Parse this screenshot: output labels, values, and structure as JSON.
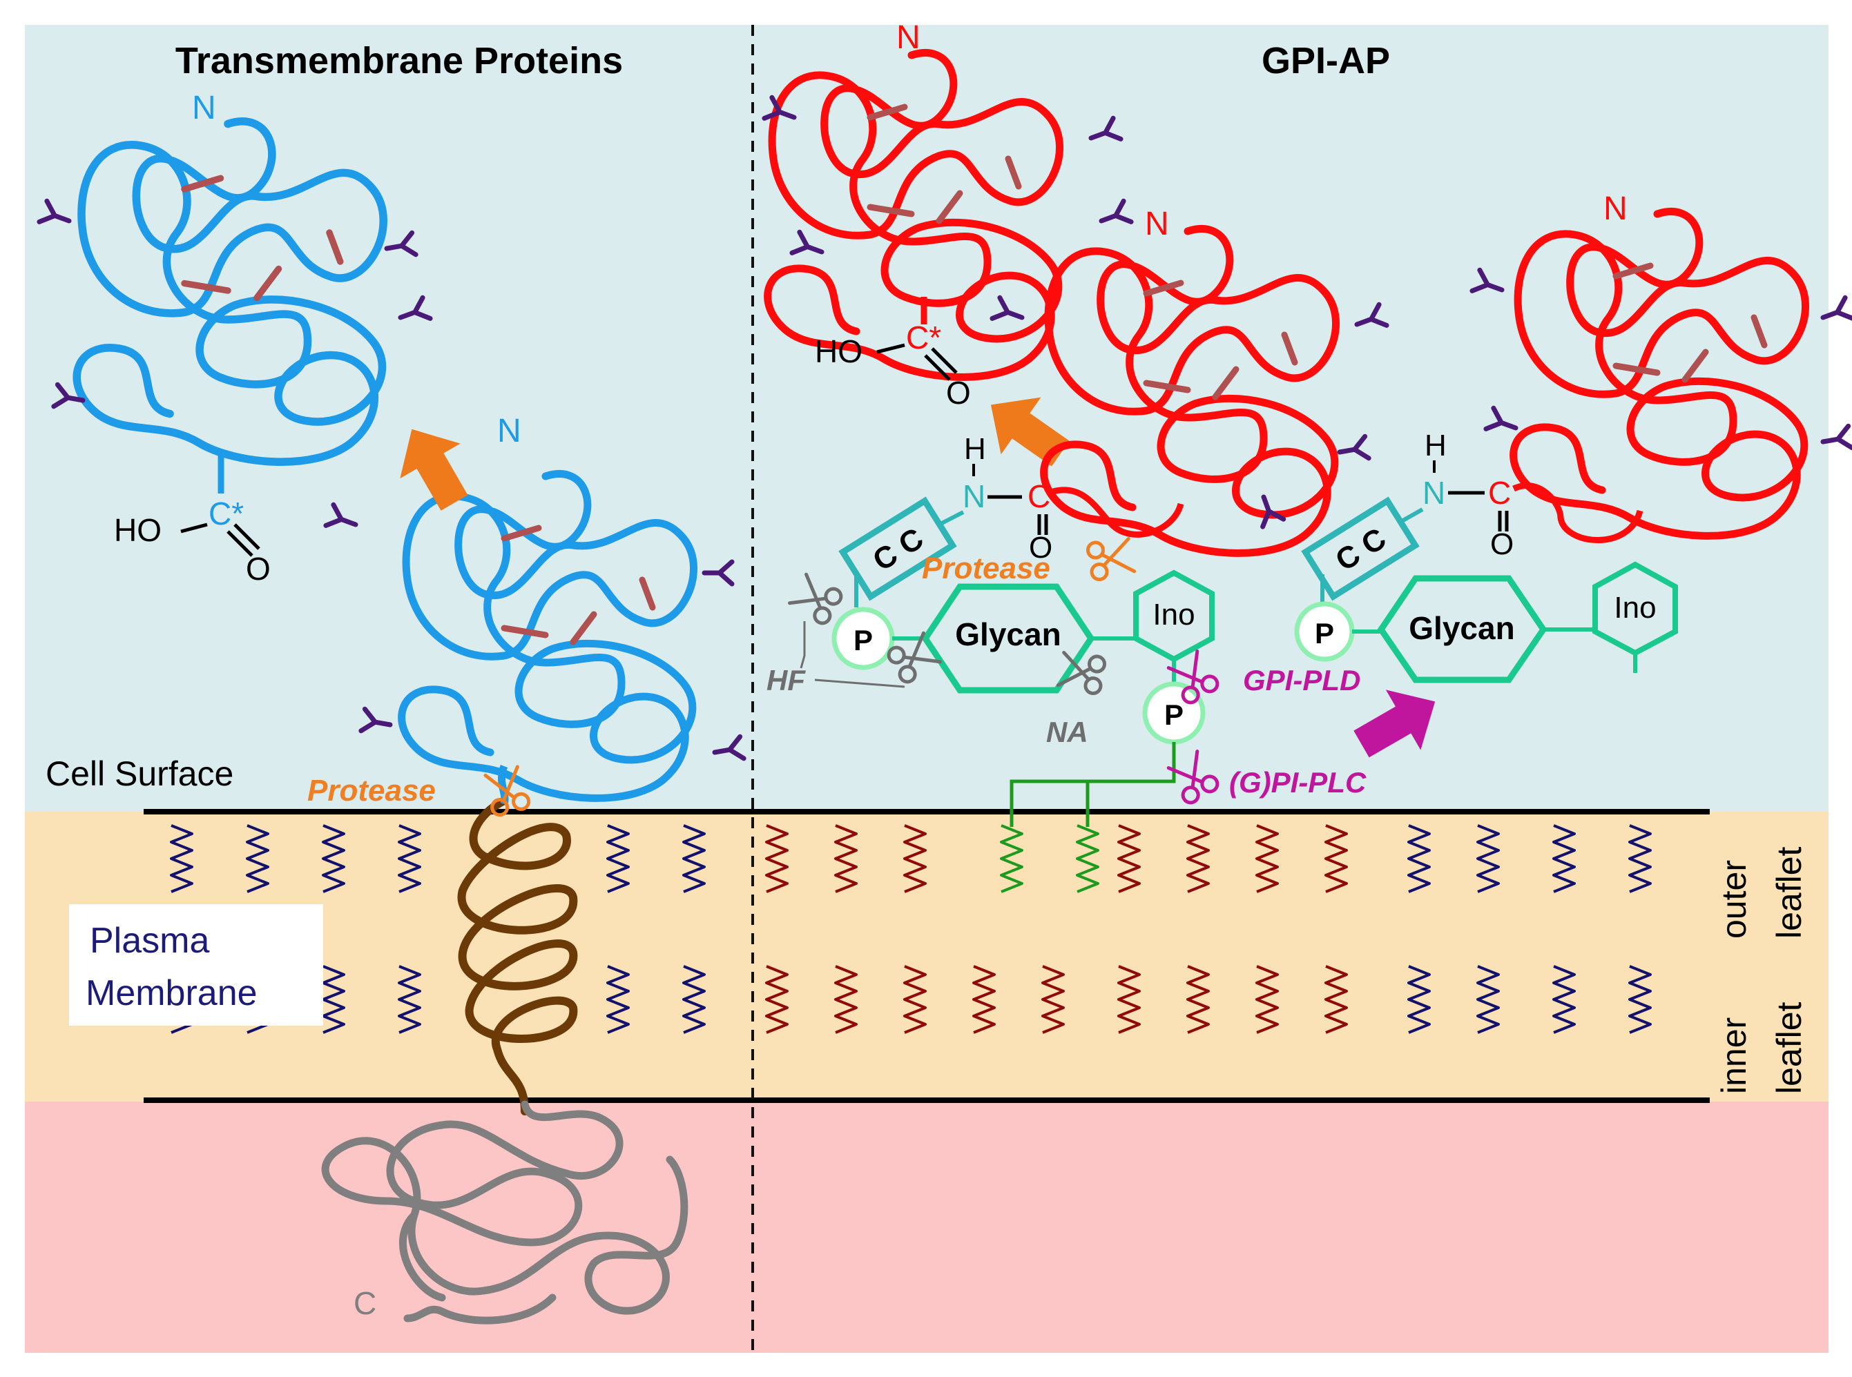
{
  "colors": {
    "extracellular_bg": "#daeced",
    "membrane_bg": "#fbe2b6",
    "cytoplasm_bg": "#fcc6c7",
    "tm_protein": "#1e9be8",
    "gpi_protein": "#ff0b0b",
    "cytoplasmic_domain": "#7f7f7f",
    "tm_helix": "#6b3a07",
    "glycosylation": "#4b1a78",
    "disulfide": "#b05050",
    "glycan_green": "#19c98e",
    "lipid_blue": "#12126e",
    "lipid_red": "#8f0a0a",
    "gpi_lipid": "#1e9b1e",
    "protease_orange": "#ef7f22",
    "enzyme_magenta": "#c0169e",
    "chemical_cutter_gray": "#6e6e6e",
    "linker_teal": "#2fb5b5"
  },
  "titles": {
    "left": "Transmembrane Proteins",
    "right": "GPI-AP"
  },
  "regions": {
    "cell_surface": "Cell Surface",
    "membrane_line1": "Plasma",
    "membrane_line2": "Membrane",
    "outer_leaflet_1": "outer",
    "outer_leaflet_2": "leaflet",
    "inner_leaflet_1": "inner",
    "inner_leaflet_2": "leaflet"
  },
  "termini": {
    "n": "N",
    "c": "C"
  },
  "chemistry": {
    "ho": "HO",
    "c_star": "C*",
    "o": "O",
    "h": "H",
    "n": "N",
    "c": "C",
    "cc": "C C",
    "p": "P",
    "glycan": "Glycan",
    "ino": "Ino"
  },
  "enzymes": {
    "protease": "Protease",
    "hf": "HF",
    "na": "NA",
    "gpi_pld": "GPI-PLD",
    "gpi_plc": "(G)PI-PLC"
  },
  "icons": [
    "scissors-icon",
    "release-arrow-icon",
    "glycosylation-icon",
    "disulfide-bond-icon"
  ]
}
